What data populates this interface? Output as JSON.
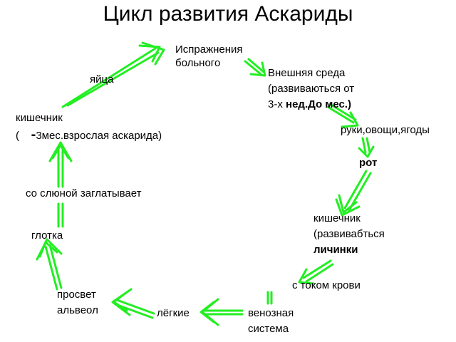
{
  "title": "Цикл развития Аскариды",
  "colors": {
    "arrow": "#22ee22",
    "text": "#000000",
    "background": "#ffffff"
  },
  "nodes": {
    "ispr_1": "Испражнения",
    "ispr_2": "больного",
    "vnesh_1": "Внешняя среда",
    "vnesh_2": "(развиваються от",
    "vnesh_3a": "3-х ",
    "vnesh_3b": "нед.До мес.)",
    "ruki": "руки,овощи,ягоды",
    "rot": "рот",
    "kish2_1": "кишечник",
    "kish2_2": "(развивабться",
    "kish2_3": "личинки",
    "tok": "с током крови",
    "ven_1": "венозная",
    "ven_2": "система",
    "legkie": "лёгкие",
    "prosvet_1": "просвет",
    "prosvet_2": "альвеол",
    "glotka": "глотка",
    "slyuna": "со слюной заглатывает",
    "kish1_1": "кишечник",
    "kish1_2a": "(    ",
    "kish1_2b": "-",
    "kish1_2c": "3мес.взрослая аскарида)",
    "yaica": "яйца"
  }
}
